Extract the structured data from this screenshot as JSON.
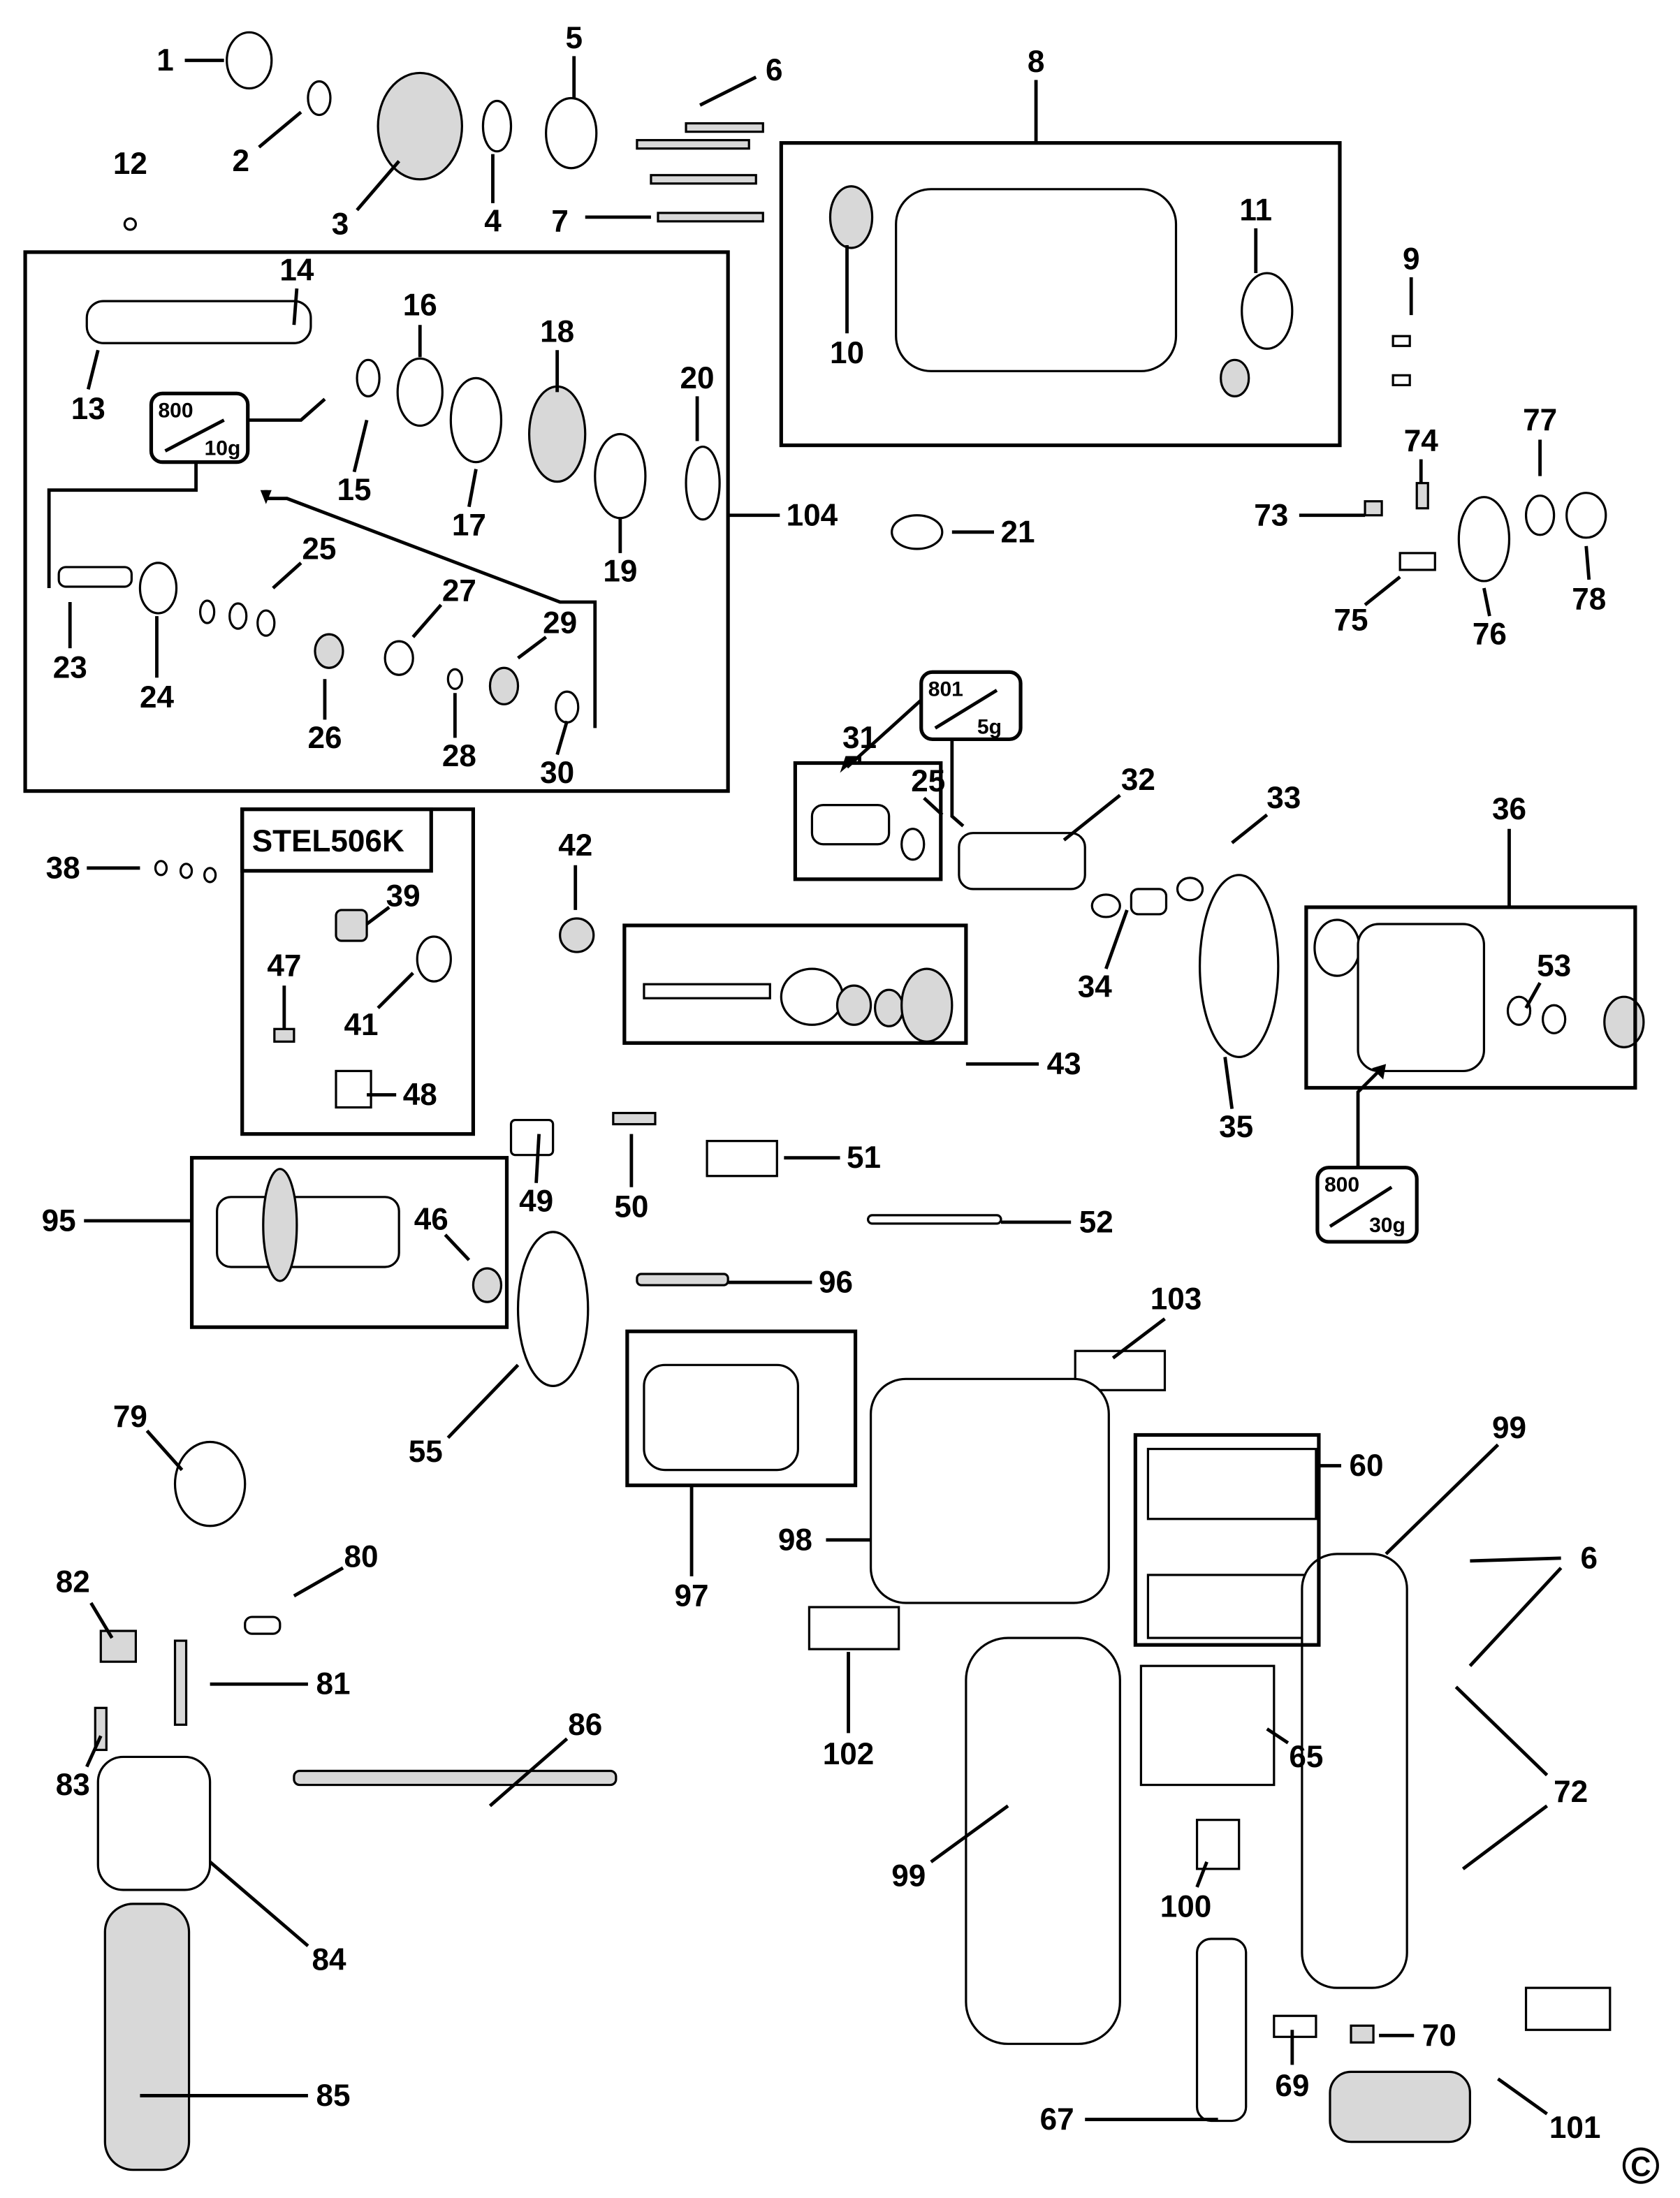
{
  "diagram": {
    "kit_label": "STEL506K",
    "copyright_symbol": "C",
    "callouts": [
      "1",
      "2",
      "3",
      "4",
      "5",
      "6",
      "7",
      "8",
      "9",
      "10",
      "11",
      "12",
      "13",
      "14",
      "15",
      "16",
      "17",
      "18",
      "19",
      "20",
      "104",
      "21",
      "25",
      "27",
      "29",
      "23",
      "24",
      "26",
      "28",
      "30",
      "31",
      "25",
      "32",
      "33",
      "36",
      "38",
      "39",
      "47",
      "41",
      "48",
      "42",
      "43",
      "34",
      "53",
      "35",
      "95",
      "46",
      "49",
      "50",
      "51",
      "52",
      "96",
      "103",
      "55",
      "79",
      "99",
      "60",
      "97",
      "98",
      "6",
      "80",
      "82",
      "81",
      "83",
      "86",
      "102",
      "65",
      "72",
      "99",
      "100",
      "84",
      "70",
      "69",
      "85",
      "67",
      "101",
      "73",
      "74",
      "75",
      "76",
      "77",
      "78"
    ],
    "lubricants": [
      {
        "code": "800",
        "amount": "10g"
      },
      {
        "code": "801",
        "amount": "5g"
      },
      {
        "code": "800",
        "amount": "30g"
      }
    ]
  }
}
